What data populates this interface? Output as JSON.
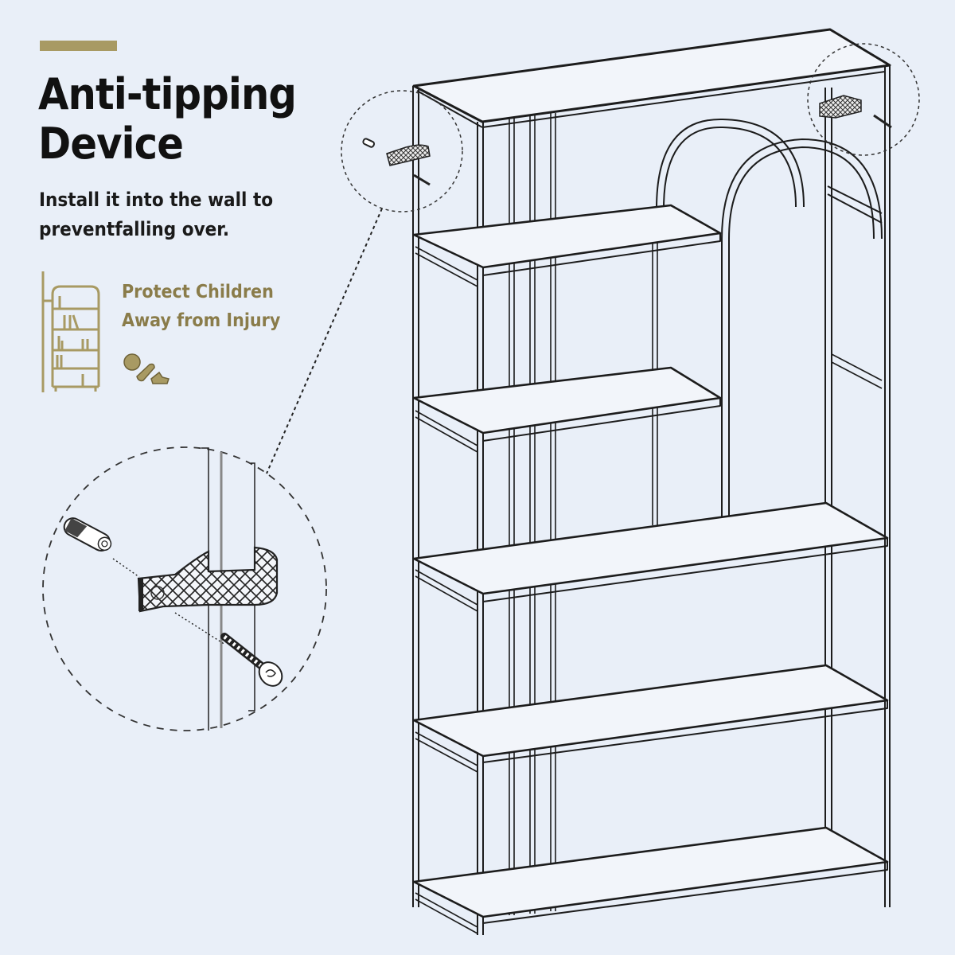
{
  "header": {
    "accent_color": "#a89a63",
    "title_lines": [
      "Anti-tipping",
      "Device"
    ],
    "description_lines": [
      "Install it into the wall to",
      "preventfalling over."
    ]
  },
  "feature": {
    "icon": "bookshelf-icon",
    "secondary_icon": "crawling-child-icon",
    "text_lines": [
      "Protect Children",
      "Away from Injury"
    ],
    "color": "#8a7c4a"
  },
  "illustration": {
    "subject": "arched-bookshelf",
    "callouts": [
      {
        "name": "top-left-anchor-callout"
      },
      {
        "name": "top-right-anchor-callout"
      },
      {
        "name": "enlarged-anchor-detail-callout"
      }
    ],
    "parts": [
      "wall-plug-icon",
      "anti-tip-bracket-icon",
      "screw-icon"
    ]
  }
}
